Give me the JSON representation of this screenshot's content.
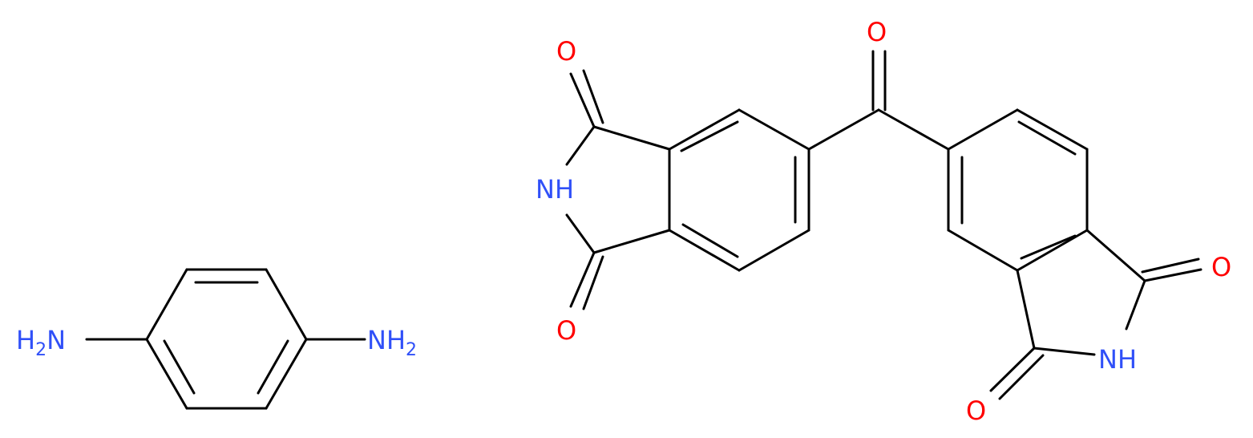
{
  "colors": {
    "bond": "#000000",
    "oxygen": "#ff0000",
    "nitrogen": "#3050f8",
    "background": "#ffffff"
  },
  "molecules": [
    {
      "atoms": [
        {
          "label": "H",
          "element": "N",
          "sub_left": "2",
          "main": "N"
        },
        {
          "label": "NH",
          "element": "N",
          "main": "N",
          "trail": "H",
          "sub_right": "2"
        }
      ]
    },
    {
      "atoms": [
        {
          "label": "O",
          "element": "O"
        },
        {
          "label": "NH",
          "element": "N"
        },
        {
          "label": "O",
          "element": "O"
        },
        {
          "label": "O",
          "element": "O"
        },
        {
          "label": "O",
          "element": "O"
        },
        {
          "label": "NH",
          "element": "N"
        },
        {
          "label": "O",
          "element": "O"
        }
      ]
    }
  ],
  "atom_labels": {
    "nh2_left_main": "H",
    "nh2_left_sub": "2",
    "nh2_left_n": "N",
    "nh2_right_n": "N",
    "nh2_right_h": "H",
    "nh2_right_sub": "2",
    "o_top_left": "O",
    "nh_left": "NH",
    "o_bottom_left": "O",
    "o_ketone": "O",
    "o_right_upper": "O",
    "nh_right": "NH",
    "o_right_lower": "O"
  }
}
